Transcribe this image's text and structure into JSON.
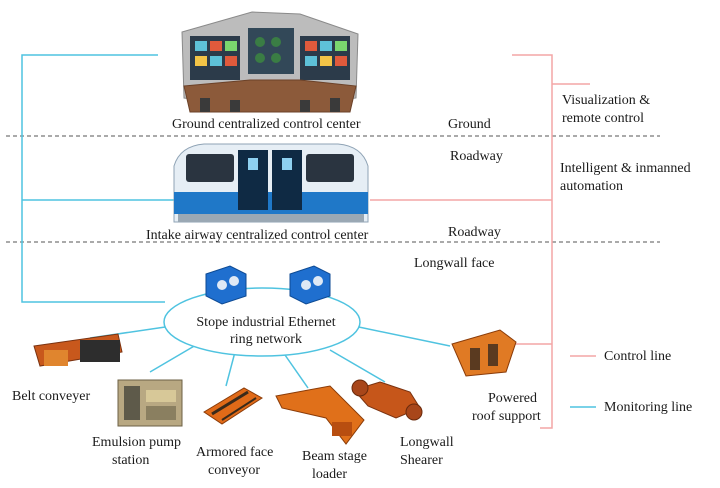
{
  "levels": {
    "ground": "Ground",
    "roadway_top": "Roadway",
    "roadway_bottom": "Roadway",
    "longwall_face": "Longwall face"
  },
  "centers": {
    "ground": "Ground centralized control center",
    "intake": "Intake airway centralized control center"
  },
  "network": {
    "line1": "Stope industrial Ethernet",
    "line2": "ring network"
  },
  "right_labels": {
    "visualization_1": "Visualization &",
    "visualization_2": "remote control",
    "automation_1": "Intelligent & inmanned",
    "automation_2": "automation"
  },
  "legend": {
    "control": "Control line",
    "monitoring": "Monitoring line"
  },
  "equipment": {
    "belt_conveyer": "Belt conveyer",
    "emulsion_1": "Emulsion pump",
    "emulsion_2": "station",
    "armored_1": "Armored face",
    "armored_2": "conveyor",
    "beam_1": "Beam stage",
    "beam_2": "loader",
    "shearer_1": "Longwall",
    "shearer_2": "Shearer",
    "support_1": "Powered",
    "support_2": "roof support"
  },
  "colors": {
    "control_line": "#f4a6a6",
    "monitoring_line": "#4fc3e0",
    "divider": "#555555"
  }
}
